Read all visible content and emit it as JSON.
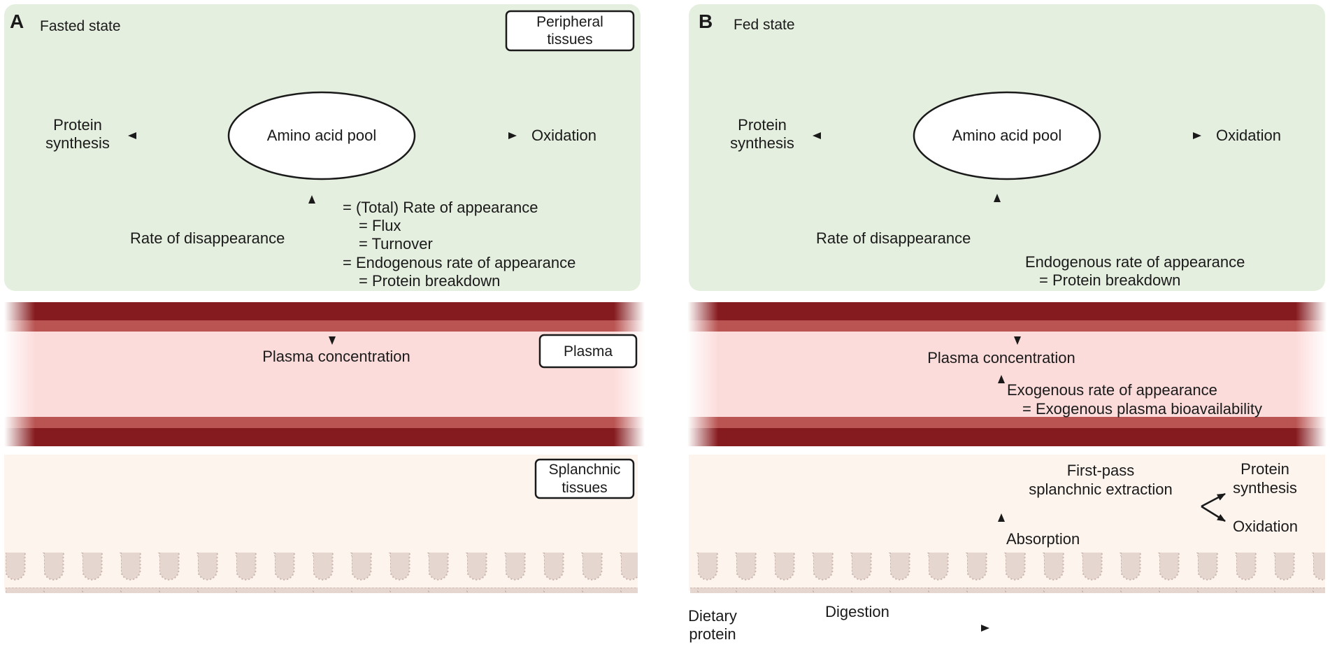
{
  "colors": {
    "peripheral_bg": "#e5efdf",
    "vessel_dark": "#861b1f",
    "vessel_mid": "#b95452",
    "plasma_fill": "#fcdcdb",
    "splanchnic_bg": "#fdf4ee",
    "villi_fill": "#e6d6d0",
    "villi_stroke": "#c9b5ad",
    "arrow": "#1a1a1a"
  },
  "panel_a": {
    "letter": "A",
    "title": "Fasted state",
    "peripheral_box": [
      "Peripheral",
      "tissues"
    ],
    "plasma_box": "Plasma",
    "splanchnic_box": [
      "Splanchnic",
      "tissues"
    ],
    "pool": "Amino acid pool",
    "protein_synthesis": [
      "Protein",
      "synthesis"
    ],
    "oxidation": "Oxidation",
    "rate_disappearance": "Rate of disappearance",
    "appearance_lines": [
      "= (Total) Rate of appearance",
      "= Flux",
      "= Turnover",
      "= Endogenous rate of appearance",
      "= Protein breakdown"
    ],
    "plasma_concentration": "Plasma concentration"
  },
  "panel_b": {
    "letter": "B",
    "title": "Fed state",
    "pool": "Amino acid pool",
    "protein_synthesis": [
      "Protein",
      "synthesis"
    ],
    "oxidation": "Oxidation",
    "rate_disappearance": "Rate of disappearance",
    "endogenous_lines": [
      "Endogenous rate of appearance",
      "= Protein breakdown"
    ],
    "plasma_concentration": "Plasma concentration",
    "exogenous_lines": [
      "Exogenous rate of appearance",
      "= Exogenous plasma bioavailability"
    ],
    "first_pass": [
      "First-pass",
      "splanchnic extraction"
    ],
    "fp_protein_synthesis": [
      "Protein",
      "synthesis"
    ],
    "fp_oxidation": "Oxidation",
    "absorption": "Absorption",
    "digestion": "Digestion",
    "dietary_protein": [
      "Dietary",
      "protein"
    ]
  }
}
